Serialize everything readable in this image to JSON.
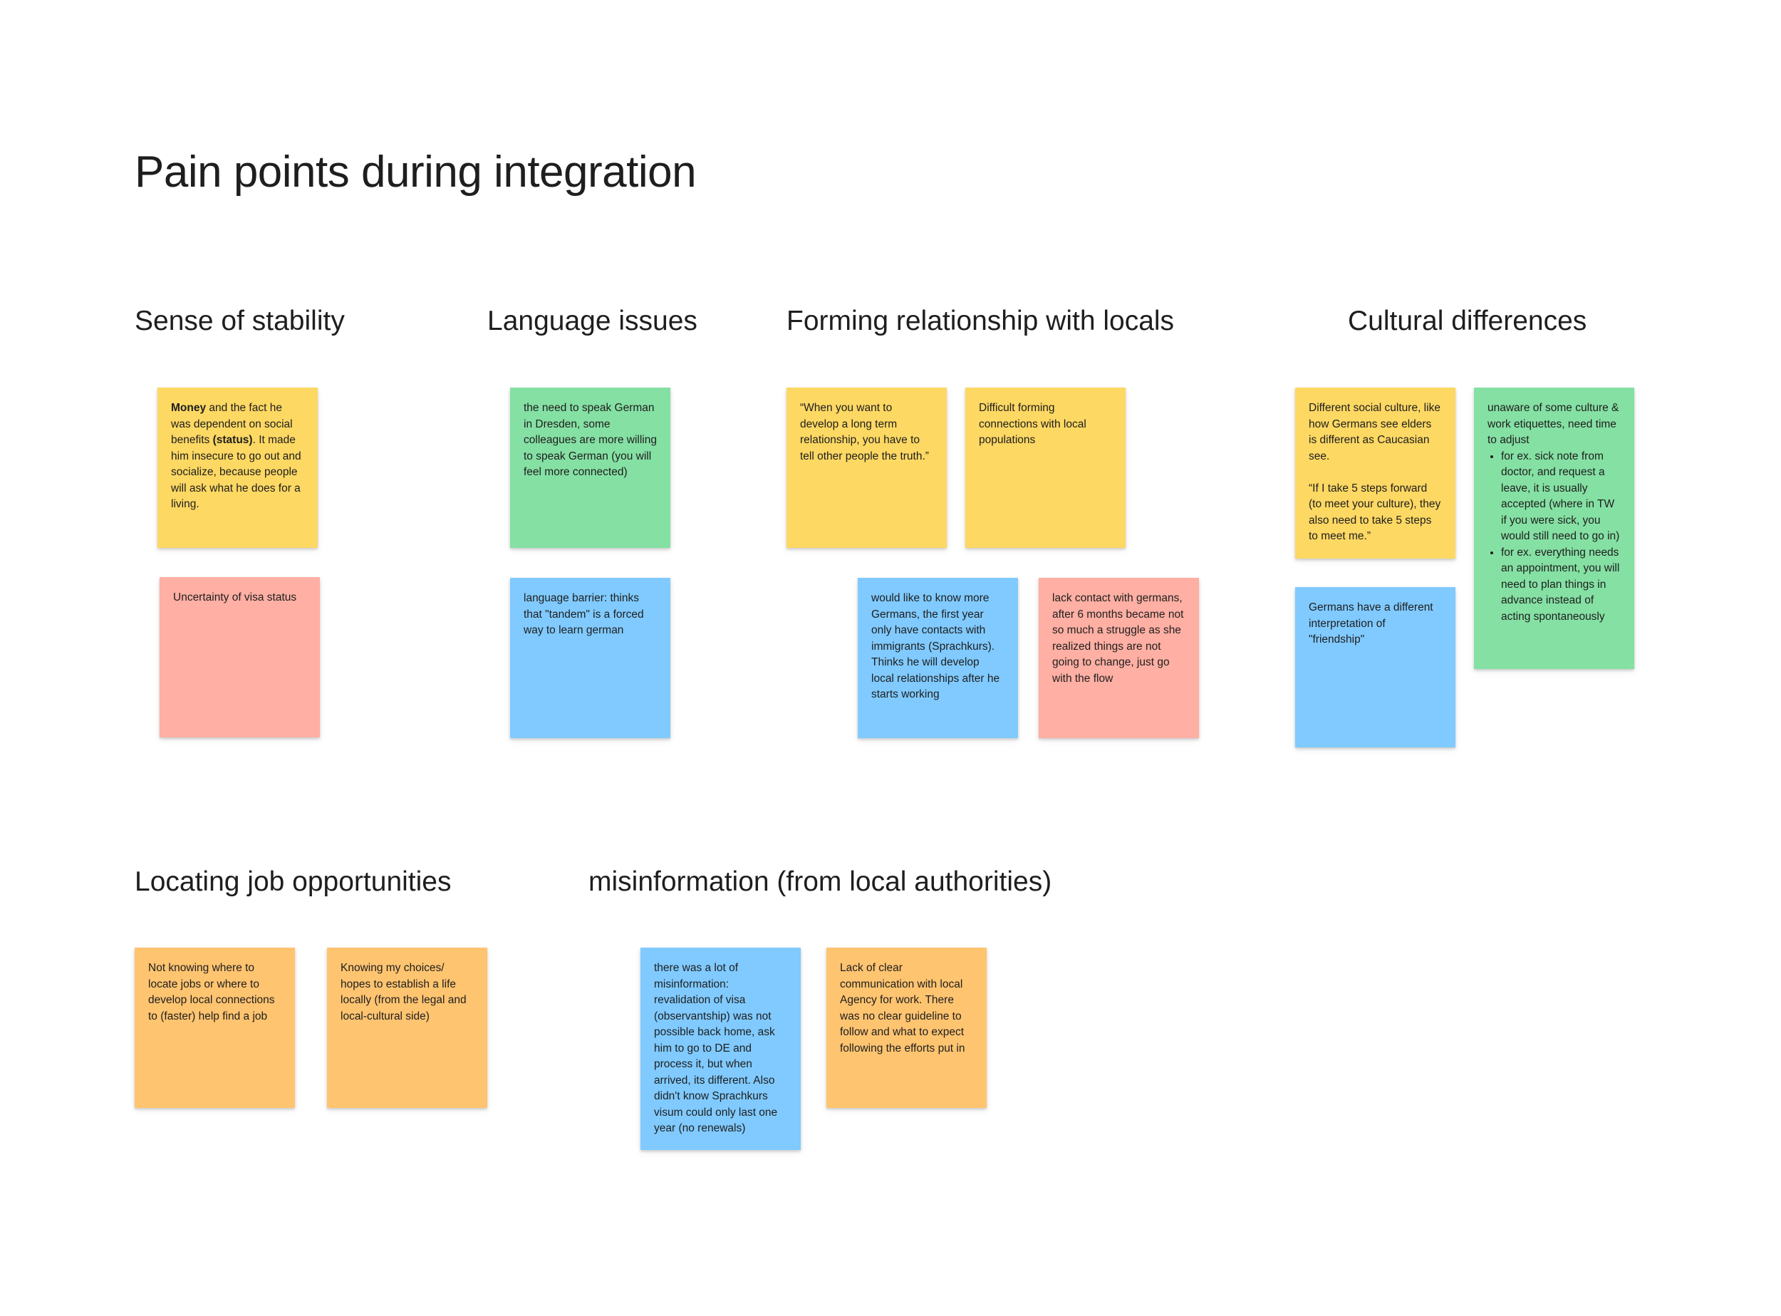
{
  "board": {
    "title": "Pain points during integration",
    "colors": {
      "yellow": "#fdd863",
      "green": "#85e0a3",
      "blue": "#80caff",
      "red": "#ffafa3",
      "orange": "#ffc470"
    }
  },
  "sections": {
    "stability": {
      "heading": "Sense of stability",
      "note_money": {
        "bold1": "Money",
        "text1": " and the fact he was dependent on social benefits ",
        "bold2": "(status)",
        "text2": ". It made him insecure to go out and socialize, because people will ask what he does for a living."
      },
      "note_visa": "Uncertainty of visa status"
    },
    "language": {
      "heading": "Language issues",
      "note_german": "the need to speak German in Dresden, some colleagues are more willing to speak German (you will feel more connected)",
      "note_tandem": "language barrier: thinks that \"tandem\" is a forced way to learn german"
    },
    "relationship": {
      "heading": "Forming relationship with locals",
      "note_truth": "“When you want to develop a long term relationship, you have to tell other people the truth.”",
      "note_difficult": "Difficult forming connections with local populations",
      "note_germans": "would like to know more Germans, the first year only have contacts with immigrants (Sprachkurs). Thinks he will develop local relationships after he starts working",
      "note_contact": "lack contact with germans, after 6 months became not so much a struggle as she realized things are not going to change, just go with the flow"
    },
    "cultural": {
      "heading": "Cultural differences",
      "note_social": "Different social culture, like how Germans see elders is different as Caucasian see.\n\n“If I take 5 steps forward (to meet your culture), they also need to take 5 steps to meet me.”",
      "note_friendship": "Germans have a different interpretation of \"friendship\"",
      "note_etiquette": {
        "intro": "unaware of some culture & work etiquettes, need time to adjust",
        "items": [
          "for ex. sick note from doctor, and request a leave, it is usually accepted (where in TW if you were sick, you would still need to go in)",
          "for ex. everything needs an appointment, you will need to plan things in advance instead of acting spontaneously"
        ]
      }
    },
    "jobs": {
      "heading": "Locating job opportunities",
      "note_locate": "Not knowing where to locate jobs or where to develop local connections to (faster) help find a job",
      "note_choices": "Knowing my choices/ hopes to establish a life locally (from the legal and local-cultural side)"
    },
    "misinformation": {
      "heading": "misinformation (from local authorities)",
      "note_visa": "there was a lot of misinformation: revalidation of visa (observantship) was not possible back home, ask him to go to DE and process it, but when arrived, its different. Also didn't know Sprachkurs visum could only last one year (no renewals)",
      "note_agency": "Lack of clear communication with local Agency for work. There was no clear guideline to follow and what to expect following the efforts put in"
    }
  }
}
